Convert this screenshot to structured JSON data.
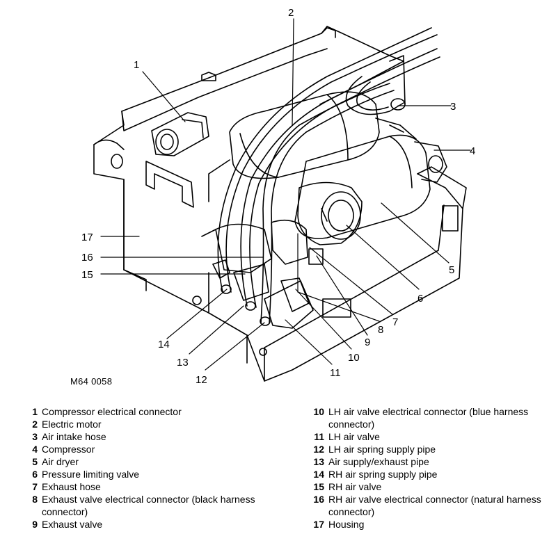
{
  "figure_code": "M64 0058",
  "callouts": [
    "1",
    "2",
    "3",
    "4",
    "5",
    "6",
    "7",
    "8",
    "9",
    "10",
    "11",
    "12",
    "13",
    "14",
    "15",
    "16",
    "17"
  ],
  "legend": [
    {
      "num": "1",
      "text": "Compressor electrical connector"
    },
    {
      "num": "2",
      "text": "Electric motor"
    },
    {
      "num": "3",
      "text": "Air intake hose"
    },
    {
      "num": "4",
      "text": "Compressor"
    },
    {
      "num": "5",
      "text": "Air dryer"
    },
    {
      "num": "6",
      "text": "Pressure limiting valve"
    },
    {
      "num": "7",
      "text": "Exhaust hose"
    },
    {
      "num": "8",
      "text": "Exhaust valve electrical connector (black harness connector)"
    },
    {
      "num": "9",
      "text": "Exhaust valve"
    },
    {
      "num": "10",
      "text": "LH air valve electrical connector (blue harness connector)"
    },
    {
      "num": "11",
      "text": "LH air valve"
    },
    {
      "num": "12",
      "text": "LH air spring supply pipe"
    },
    {
      "num": "13",
      "text": "Air supply/exhaust pipe"
    },
    {
      "num": "14",
      "text": "RH air spring supply pipe"
    },
    {
      "num": "15",
      "text": "RH air valve"
    },
    {
      "num": "16",
      "text": "RH air valve electrical connector (natural harness connector)"
    },
    {
      "num": "17",
      "text": "Housing"
    }
  ]
}
